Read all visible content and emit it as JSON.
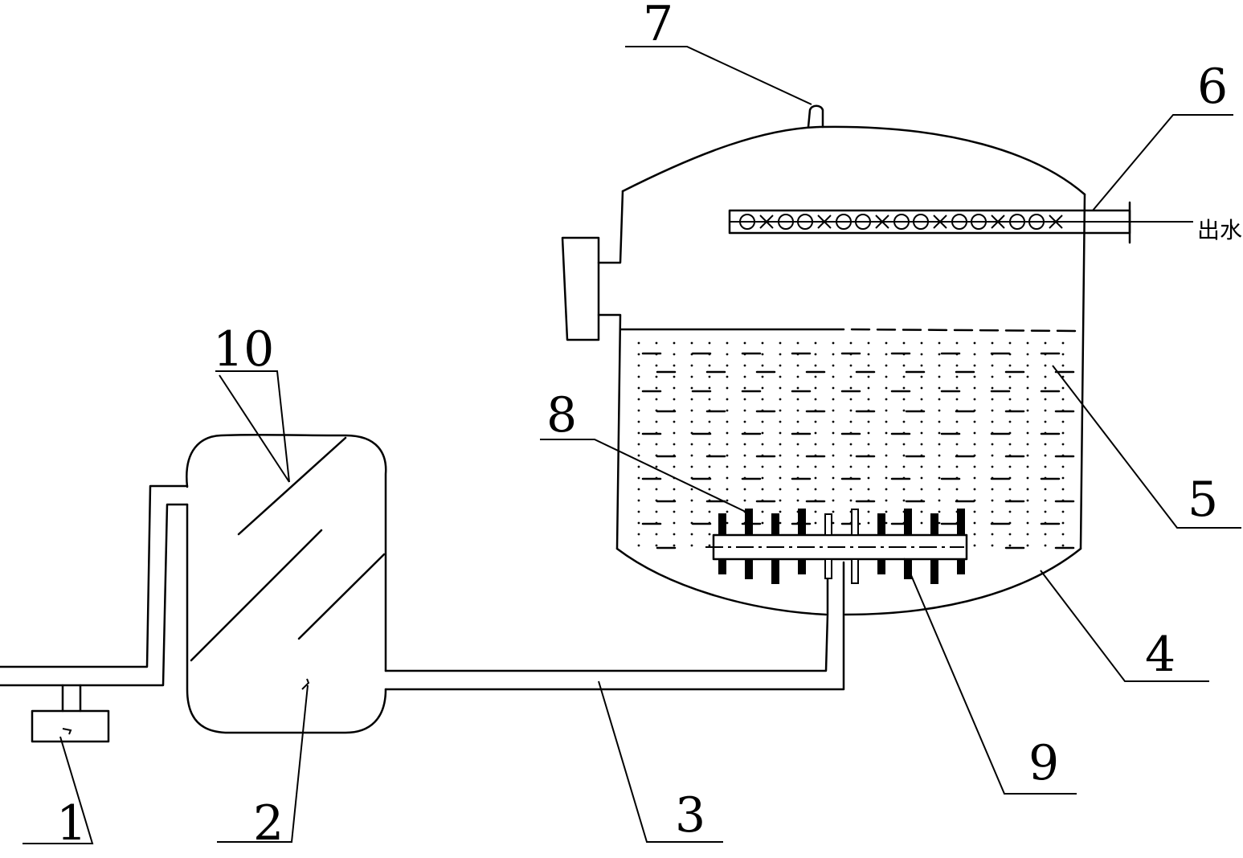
{
  "labels": {
    "l1": "1",
    "l2": "2",
    "l3": "3",
    "l4": "4",
    "l5": "5",
    "l6": "6",
    "l7": "7",
    "l8": "8",
    "l9": "9",
    "l10": "10",
    "outlet": "出水"
  }
}
